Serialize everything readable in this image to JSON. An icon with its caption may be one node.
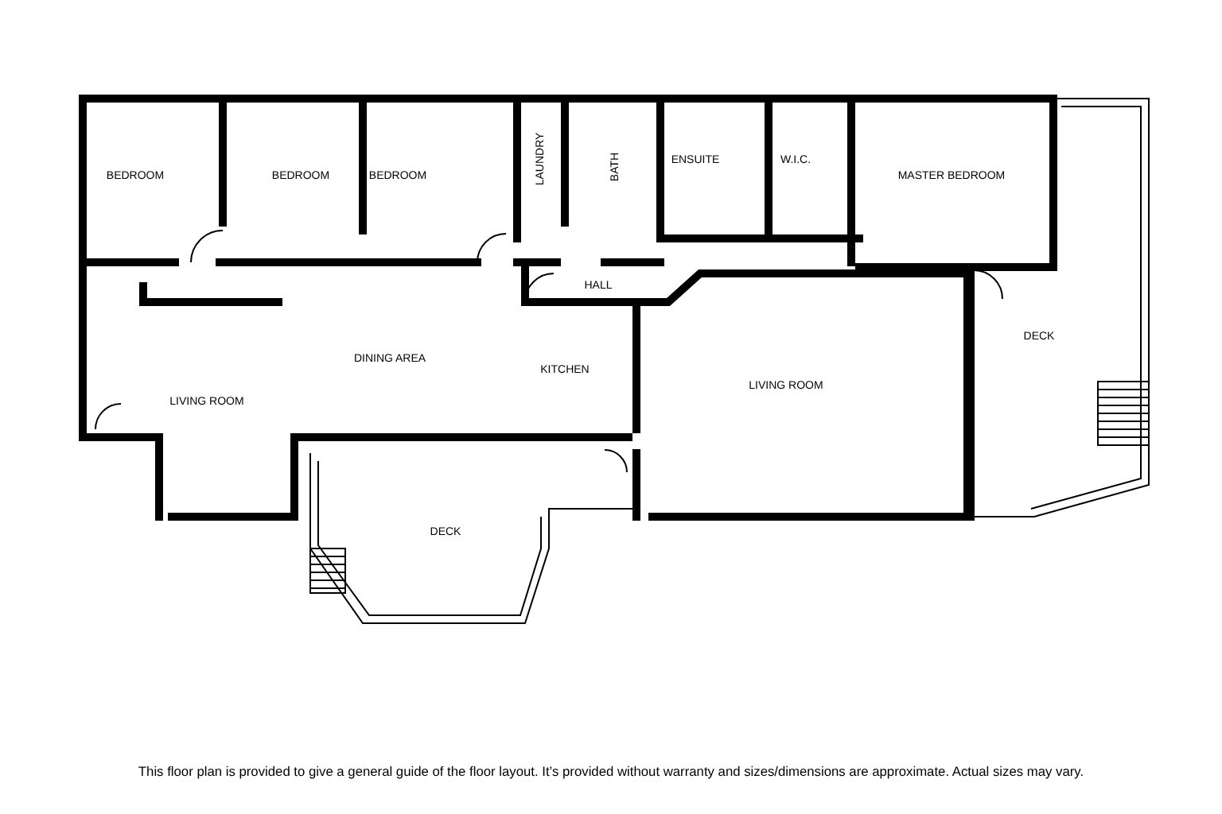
{
  "diagram": {
    "caption": "This floor plan is provided to give a general guide of the floor layout. It’s provided without warranty and sizes/dimensions are approximate. Actual sizes may vary.",
    "labels": [
      "BEDROOM",
      "BEDROOM",
      "BEDROOM",
      "LAUNDRY",
      "BATH",
      "ENSUITE",
      "W.I.C.",
      "MASTER BEDROOM",
      "HALL",
      "DECK",
      "DINING AREA",
      "KITCHEN",
      "LIVING ROOM",
      "LIVING ROOM",
      "DECK"
    ]
  }
}
